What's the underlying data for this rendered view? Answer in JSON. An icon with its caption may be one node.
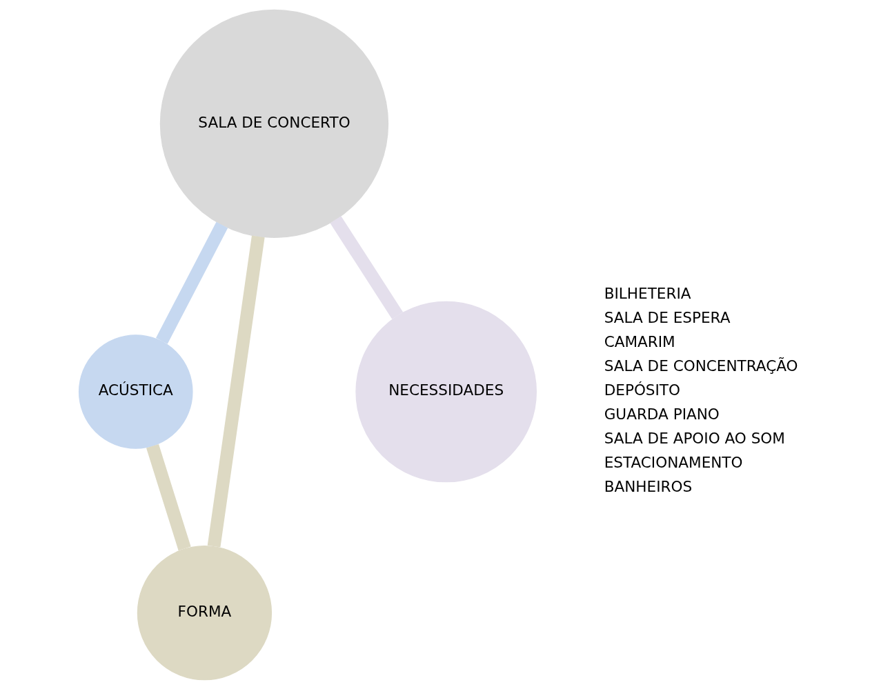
{
  "diagram": {
    "nodes": [
      {
        "text": [
          "SALA DE CONCERTO"
        ]
      },
      {
        "text": [
          "ACÚSTICA"
        ]
      },
      {
        "text": [
          "FORMA"
        ]
      },
      {
        "text": [
          "NECESSIDADES"
        ]
      }
    ],
    "edges": [
      {
        "from": 0,
        "to": 1,
        "arrow": "none",
        "color": "#c6d8f0"
      },
      {
        "from": 1,
        "to": 2,
        "arrow": "none",
        "color": "#ddd9c3"
      },
      {
        "from": 0,
        "to": 2,
        "arrow": "none",
        "color": "#ddd9c3"
      },
      {
        "from": 0,
        "to": 3,
        "arrow": "none",
        "color": "#e4dfec"
      }
    ],
    "labels": [
      "BILHETERIA",
      "SALA DE ESPERA",
      "CAMARIM",
      "SALA DE CONCENTRAÇÃO",
      "DEPÓSITO",
      "GUARDA PIANO",
      "SALA DE APOIO AO SOM",
      "ESTACIONAMENTO",
      "BANHEIROS"
    ]
  }
}
